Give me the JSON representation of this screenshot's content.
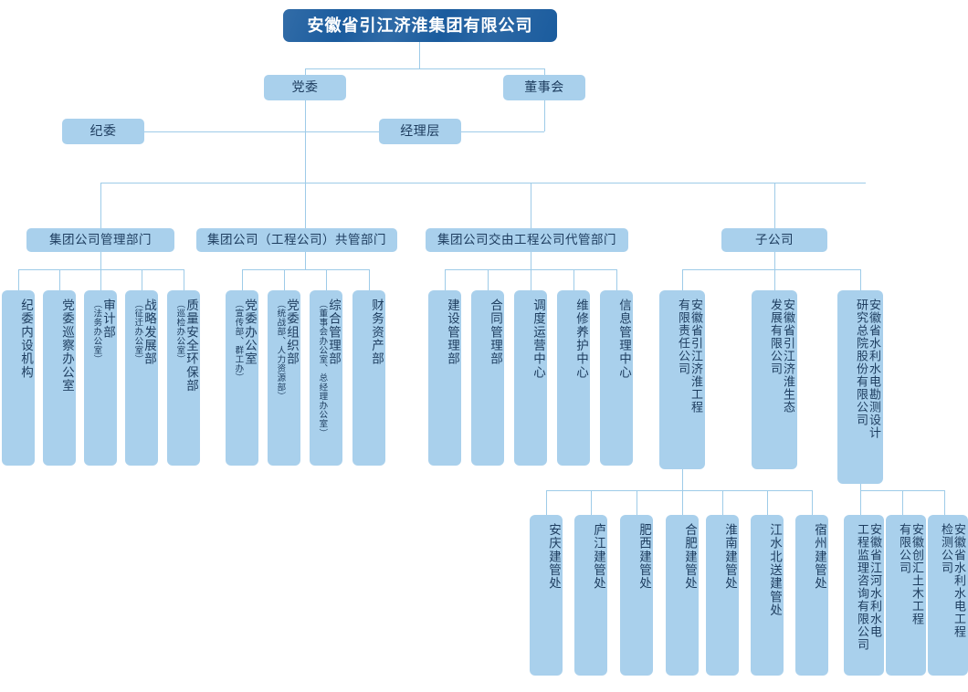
{
  "meta": {
    "title": "安徽省引江济淮集团有限公司 组织架构图",
    "colors": {
      "root_fill": "#1b5c9e",
      "box_fill": "#a9d0ec",
      "line": "#9ecbe8",
      "text": "#1d3c5e",
      "root_text": "#ffffff",
      "background": "#ffffff"
    }
  },
  "root": {
    "label": "安徽省引江济淮集团有限公司"
  },
  "level2": [
    {
      "label": "党委"
    },
    {
      "label": "董事会"
    }
  ],
  "level3": [
    {
      "label": "纪委"
    },
    {
      "label": "经理层"
    }
  ],
  "categories": [
    {
      "label": "集团公司管理部门"
    },
    {
      "label": "集团公司（工程公司）共管部门"
    },
    {
      "label": "集团公司交由工程公司代管部门"
    },
    {
      "label": "子公司"
    }
  ],
  "group_management": [
    {
      "main": "纪委内设机构",
      "note": ""
    },
    {
      "main": "党委巡察办公室",
      "note": ""
    },
    {
      "main": "审计部",
      "note": "（法务办公室）"
    },
    {
      "main": "战略发展部",
      "note": "（征迁办公室）"
    },
    {
      "main": "质量安全环保部",
      "note": "（巡检办公室）"
    }
  ],
  "group_joint": [
    {
      "main": "党委办公室",
      "note": "（宣传部、群工办）"
    },
    {
      "main": "党委组织部",
      "note": "（统战部、人力资源部）"
    },
    {
      "main": "综合管理部",
      "note": "（董事会办公室、总经理办公室）"
    },
    {
      "main": "财务资产部",
      "note": ""
    }
  ],
  "group_delegated": [
    {
      "main": "建设管理部",
      "note": ""
    },
    {
      "main": "合同管理部",
      "note": ""
    },
    {
      "main": "调度运营中心",
      "note": ""
    },
    {
      "main": "维修养护中心",
      "note": ""
    },
    {
      "main": "信息管理中心",
      "note": ""
    }
  ],
  "subsidiaries": [
    {
      "col1": "安徽省引江济淮工程",
      "col2": "有限责任公司"
    },
    {
      "col1": "安徽省引江济淮生态",
      "col2": "发展有限公司"
    },
    {
      "col1": "安徽省水利水电勘测设计",
      "col2": "研究总院股份有限公司"
    }
  ],
  "construction_offices": [
    {
      "label": "安庆建管处"
    },
    {
      "label": "庐江建管处"
    },
    {
      "label": "肥西建管处"
    },
    {
      "label": "合肥建管处"
    },
    {
      "label": "淮南建管处"
    },
    {
      "label": "江水北送建管处"
    },
    {
      "label": "宿州建管处"
    }
  ],
  "design_subsidiaries": [
    {
      "col1": "安徽省江河水利水电",
      "col2": "工程监理咨询有限公司"
    },
    {
      "col1": "安徽创汇土木工程",
      "col2": "有限公司"
    },
    {
      "col1": "安徽省水利水电工程",
      "col2": "检测公司"
    }
  ]
}
